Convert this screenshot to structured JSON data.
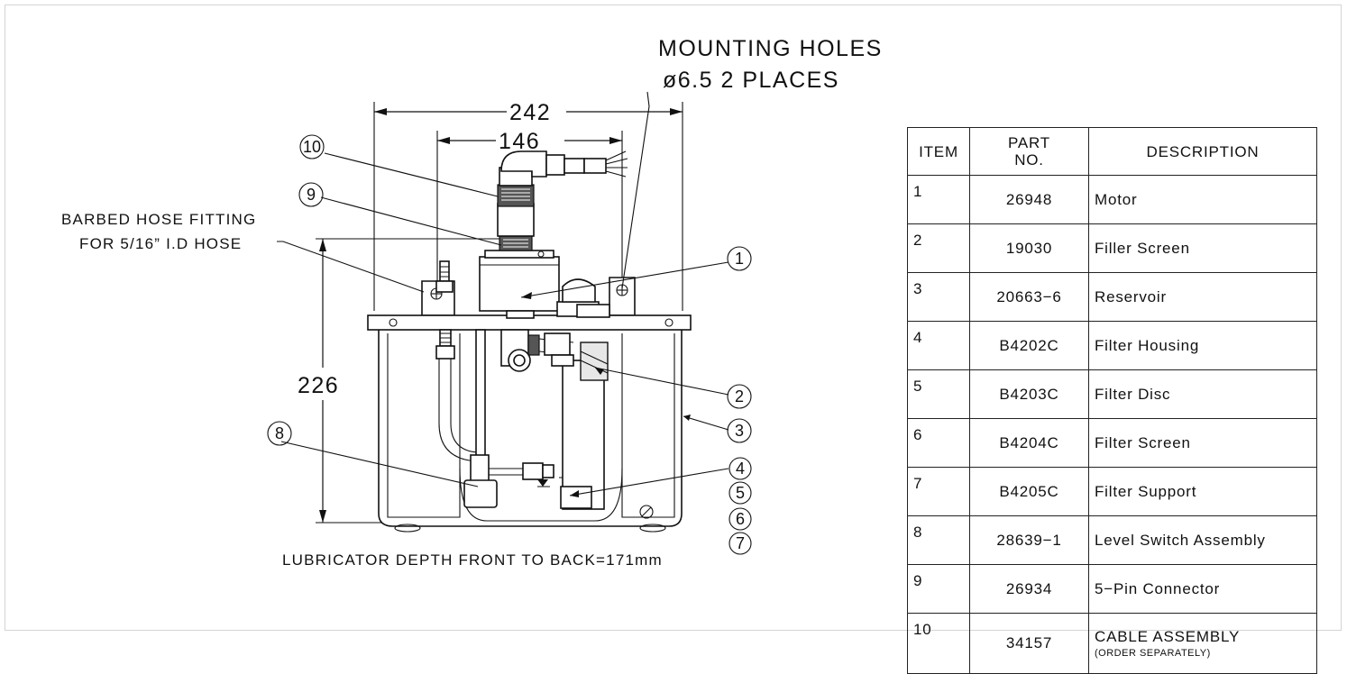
{
  "diagram": {
    "mounting_holes": {
      "line1": "MOUNTING HOLES",
      "line2": "ø6.5 2 PLACES"
    },
    "barbed_fitting": {
      "line1": "BARBED HOSE FITTING",
      "line2": "FOR 5/16” I.D HOSE"
    },
    "dims": {
      "overall_width": "242",
      "inner_width": "146",
      "height": "226"
    },
    "depth_note": "LUBRICATOR DEPTH FRONT TO BACK=171mm",
    "callouts": [
      "1",
      "2",
      "3",
      "4",
      "5",
      "6",
      "7",
      "8",
      "9",
      "10"
    ]
  },
  "parts_table": {
    "headers": {
      "item": "ITEM",
      "part_l1": "PART",
      "part_l2": "NO.",
      "description": "DESCRIPTION"
    },
    "rows": [
      {
        "item": "1",
        "part": "26948",
        "desc": "Motor",
        "note": ""
      },
      {
        "item": "2",
        "part": "19030",
        "desc": "Filler Screen",
        "note": ""
      },
      {
        "item": "3",
        "part": "20663−6",
        "desc": "Reservoir",
        "note": ""
      },
      {
        "item": "4",
        "part": "B4202C",
        "desc": "Filter Housing",
        "note": ""
      },
      {
        "item": "5",
        "part": "B4203C",
        "desc": "Filter Disc",
        "note": ""
      },
      {
        "item": "6",
        "part": "B4204C",
        "desc": "Filter Screen",
        "note": ""
      },
      {
        "item": "7",
        "part": "B4205C",
        "desc": "Filter Support",
        "note": ""
      },
      {
        "item": "8",
        "part": "28639−1",
        "desc": "Level Switch Assembly",
        "note": ""
      },
      {
        "item": "9",
        "part": "26934",
        "desc": "5−Pin Connector",
        "note": ""
      },
      {
        "item": "10",
        "part": "34157",
        "desc": "CABLE ASSEMBLY",
        "note": "(ORDER SEPARATELY)"
      }
    ]
  }
}
